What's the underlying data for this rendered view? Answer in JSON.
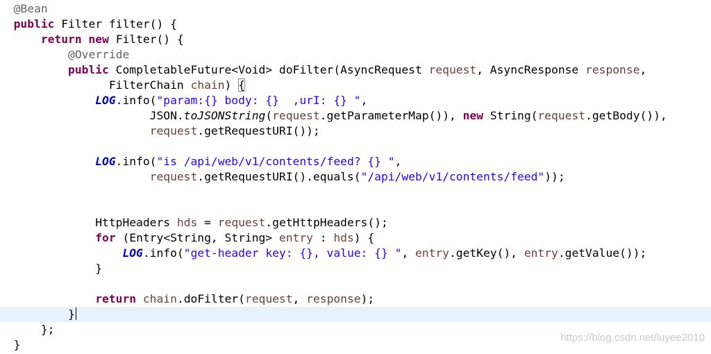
{
  "editor": {
    "current_line_color": "#e8f2fe",
    "lines": [
      {
        "indent": "  ",
        "tokens": [
          {
            "t": "@Bean",
            "c": "ann"
          }
        ]
      },
      {
        "indent": "  ",
        "tokens": [
          {
            "t": "public",
            "c": "kw"
          },
          {
            "t": " Filter filter() {",
            "c": "plain"
          }
        ]
      },
      {
        "indent": "      ",
        "tokens": [
          {
            "t": "return",
            "c": "kw"
          },
          {
            "t": " ",
            "c": "plain"
          },
          {
            "t": "new",
            "c": "kw"
          },
          {
            "t": " Filter() {",
            "c": "plain"
          }
        ]
      },
      {
        "indent": "          ",
        "tokens": [
          {
            "t": "@Override",
            "c": "ann"
          }
        ]
      },
      {
        "indent": "          ",
        "tokens": [
          {
            "t": "public",
            "c": "kw"
          },
          {
            "t": " CompletableFuture<Void> doFilter(AsyncRequest ",
            "c": "plain"
          },
          {
            "t": "request",
            "c": "var"
          },
          {
            "t": ", AsyncResponse ",
            "c": "plain"
          },
          {
            "t": "response",
            "c": "var"
          },
          {
            "t": ",",
            "c": "plain"
          }
        ]
      },
      {
        "indent": "                ",
        "tokens": [
          {
            "t": "FilterChain ",
            "c": "plain"
          },
          {
            "t": "chain",
            "c": "var"
          },
          {
            "t": ") ",
            "c": "plain"
          },
          {
            "t": "{",
            "c": "bracket"
          }
        ]
      },
      {
        "indent": "              ",
        "tokens": [
          {
            "t": "LOG",
            "c": "static"
          },
          {
            "t": ".info(",
            "c": "plain"
          },
          {
            "t": "\"param:{} body: {}  ,urI: {} \"",
            "c": "str"
          },
          {
            "t": ",",
            "c": "plain"
          }
        ]
      },
      {
        "indent": "                      ",
        "tokens": [
          {
            "t": "JSON.",
            "c": "plain"
          },
          {
            "t": "toJSONString",
            "c": "italic"
          },
          {
            "t": "(",
            "c": "plain"
          },
          {
            "t": "request",
            "c": "var"
          },
          {
            "t": ".getParameterMap()), ",
            "c": "plain"
          },
          {
            "t": "new",
            "c": "kw"
          },
          {
            "t": " String(",
            "c": "plain"
          },
          {
            "t": "request",
            "c": "var"
          },
          {
            "t": ".getBody()),",
            "c": "plain"
          }
        ]
      },
      {
        "indent": "                      ",
        "tokens": [
          {
            "t": "request",
            "c": "var"
          },
          {
            "t": ".getRequestURI());",
            "c": "plain"
          }
        ]
      },
      {
        "indent": "",
        "tokens": []
      },
      {
        "indent": "              ",
        "tokens": [
          {
            "t": "LOG",
            "c": "static"
          },
          {
            "t": ".info(",
            "c": "plain"
          },
          {
            "t": "\"is /api/web/v1/contents/feed? {} \"",
            "c": "str"
          },
          {
            "t": ",",
            "c": "plain"
          }
        ]
      },
      {
        "indent": "                      ",
        "tokens": [
          {
            "t": "request",
            "c": "var"
          },
          {
            "t": ".getRequestURI().equals(",
            "c": "plain"
          },
          {
            "t": "\"/api/web/v1/contents/feed\"",
            "c": "str"
          },
          {
            "t": "));",
            "c": "plain"
          }
        ]
      },
      {
        "indent": "",
        "tokens": []
      },
      {
        "indent": "",
        "tokens": []
      },
      {
        "indent": "              ",
        "tokens": [
          {
            "t": "HttpHeaders ",
            "c": "plain"
          },
          {
            "t": "hds",
            "c": "var"
          },
          {
            "t": " = ",
            "c": "plain"
          },
          {
            "t": "request",
            "c": "var"
          },
          {
            "t": ".getHttpHeaders();",
            "c": "plain"
          }
        ]
      },
      {
        "indent": "              ",
        "tokens": [
          {
            "t": "for",
            "c": "kw"
          },
          {
            "t": " (Entry<String, String> ",
            "c": "plain"
          },
          {
            "t": "entry",
            "c": "var"
          },
          {
            "t": " : ",
            "c": "plain"
          },
          {
            "t": "hds",
            "c": "var"
          },
          {
            "t": ") {",
            "c": "plain"
          }
        ]
      },
      {
        "indent": "                  ",
        "tokens": [
          {
            "t": "LOG",
            "c": "static"
          },
          {
            "t": ".info(",
            "c": "plain"
          },
          {
            "t": "\"get-header key: {}, value: {} \"",
            "c": "str"
          },
          {
            "t": ", ",
            "c": "plain"
          },
          {
            "t": "entry",
            "c": "var"
          },
          {
            "t": ".getKey(), ",
            "c": "plain"
          },
          {
            "t": "entry",
            "c": "var"
          },
          {
            "t": ".getValue());",
            "c": "plain"
          }
        ]
      },
      {
        "indent": "              ",
        "tokens": [
          {
            "t": "}",
            "c": "plain"
          }
        ]
      },
      {
        "indent": "",
        "tokens": []
      },
      {
        "indent": "              ",
        "tokens": [
          {
            "t": "return",
            "c": "kw"
          },
          {
            "t": " ",
            "c": "plain"
          },
          {
            "t": "chain",
            "c": "var"
          },
          {
            "t": ".doFilter(",
            "c": "plain"
          },
          {
            "t": "request",
            "c": "var"
          },
          {
            "t": ", ",
            "c": "plain"
          },
          {
            "t": "response",
            "c": "var"
          },
          {
            "t": ");",
            "c": "plain"
          }
        ]
      },
      {
        "indent": "          ",
        "current": true,
        "caret": true,
        "tokens": [
          {
            "t": "}",
            "c": "plain"
          }
        ]
      },
      {
        "indent": "      ",
        "tokens": [
          {
            "t": "};",
            "c": "plain"
          }
        ]
      },
      {
        "indent": "  ",
        "tokens": [
          {
            "t": "}",
            "c": "plain"
          }
        ]
      }
    ]
  },
  "watermark": {
    "text": "https://blog.csdn.net/luyee2010"
  }
}
